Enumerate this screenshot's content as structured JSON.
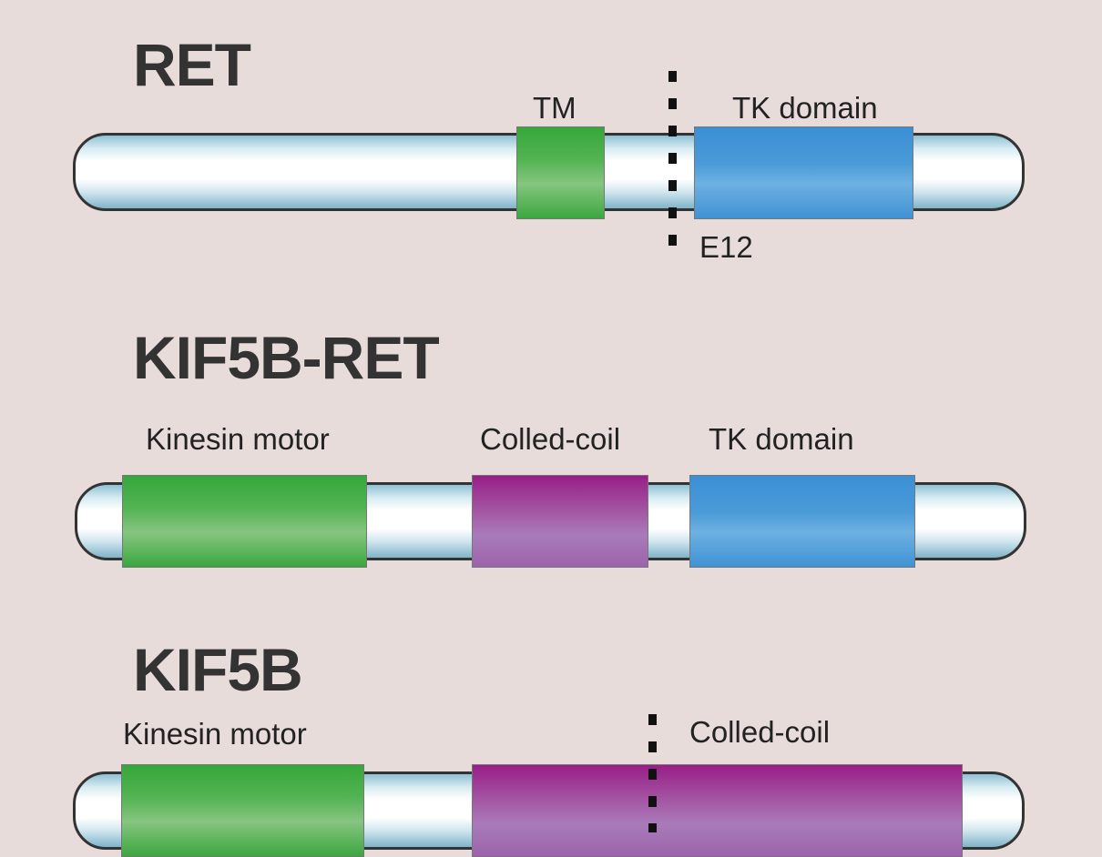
{
  "ret": {
    "title": "RET",
    "tm": "TM",
    "tk": "TK domain",
    "exon": "E12"
  },
  "fusion": {
    "title": "KIF5B-RET",
    "kinesin": "Kinesin motor",
    "coil": "Colled-coil",
    "tk": "TK domain"
  },
  "kif5b": {
    "title": "KIF5B",
    "kinesin": "Kinesin motor",
    "coil": "Colled-coil"
  },
  "colors": {
    "background": "#e8dcdb",
    "green": "#3aaa3a",
    "blue": "#3d8fd6",
    "purple": "#9a2a8e"
  }
}
